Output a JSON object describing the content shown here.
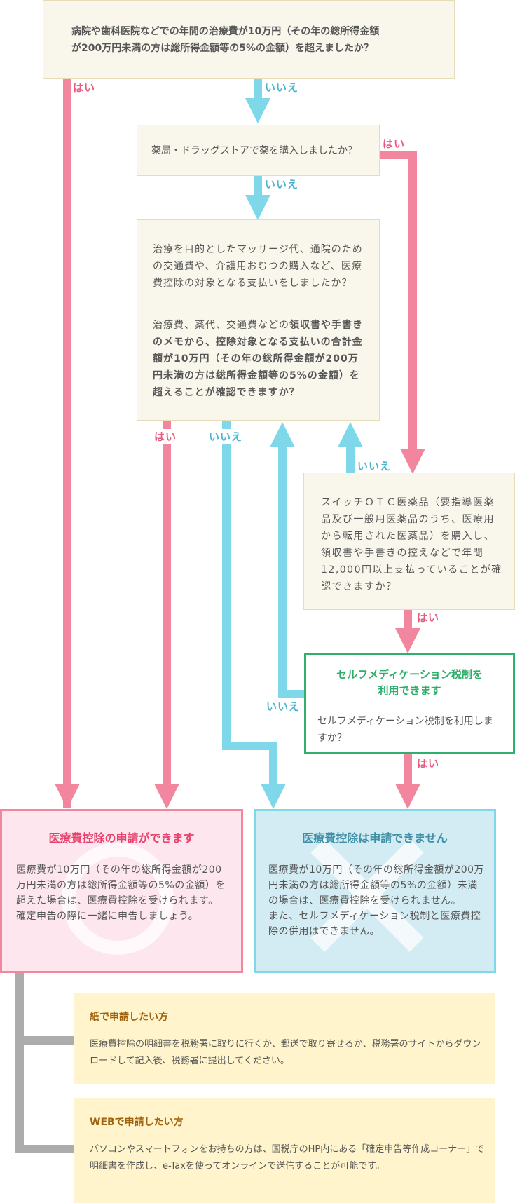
{
  "flow": {
    "q1": {
      "text_line1": "病院や歯科医院などでの年間の治療費が10万円（その年の総所得金額",
      "text_line2": "が200万円未満の方は総所得金額等の5%の金額）を超えましたか？"
    },
    "q2": {
      "text": "薬局・ドラッグストアで薬を購入しましたか？"
    },
    "q3": {
      "para1": "治療を目的としたマッサージ代、通院のための交通費や、介護用おむつの購入など、医療費控除の対象となる支払いをしましたか？",
      "para2_normal": "治療費、薬代、交通費などの",
      "para2_bold": "領収書や手書きのメモから、控除対象となる支払いの合計金額が10万円（その年の総所得金額が200万円未満の方は総所得金額等の5%の金額）を超えることが確認できますか？"
    },
    "q4": {
      "text": "スイッチＯＴＣ医薬品（要指導医薬品及び一般用医薬品のうち、医療用から転用された医薬品）を購入し、領収書や手書きの控えなどで年間12,000円以上支払っていることが確認できますか？"
    },
    "q5": {
      "title_line1": "セルフメディケーション税制を",
      "title_line2": "利用できます",
      "text": "セルフメディケーション税制を利用しますか？"
    },
    "labels": {
      "yes": "はい",
      "no": "いいえ"
    }
  },
  "results": {
    "can_apply": {
      "title": "医療費控除の申請ができます",
      "body": "医療費が10万円（その年の総所得金額が200万円未満の方は総所得金額等の5%の金額）を超えた場合は、医療費控除を受けられます。",
      "body2": "確定申告の際に一緒に申告しましょう。",
      "title_color": "#e8426e",
      "mark": "circle-mark"
    },
    "cannot_apply": {
      "title": "医療費控除は申請できません",
      "body": "医療費が10万円（その年の総所得金額が200万円未満の方は総所得金額等の5%の金額）未満の場合は、医療費控除を受けられません。",
      "body2": "また、セルフメディケーション税制と医療費控除の併用はできません。",
      "title_color": "#3f8fa6",
      "mark": "cross-mark"
    }
  },
  "methods": [
    {
      "title": "紙で申請したい方",
      "body": "医療費控除の明細書を税務署に取りに行くか、郵送で取り寄せるか、税務署のサイトからダウンロードして記入後、税務署に提出してください。"
    },
    {
      "title": "WEBで申請したい方",
      "body": "パソコンやスマートフォンをお持ちの方は、国税庁のHP内にある「確定申告等作成コーナー」で明細書を作成し、e-Taxを使ってオンラインで送信することが可能です。"
    }
  ],
  "colors": {
    "yes_arrow": "#f2869f",
    "no_arrow": "#7fd7ea",
    "question_bg": "#f9f7ec",
    "green_border": "#2fb06c",
    "info_bg": "#fff4cc"
  }
}
